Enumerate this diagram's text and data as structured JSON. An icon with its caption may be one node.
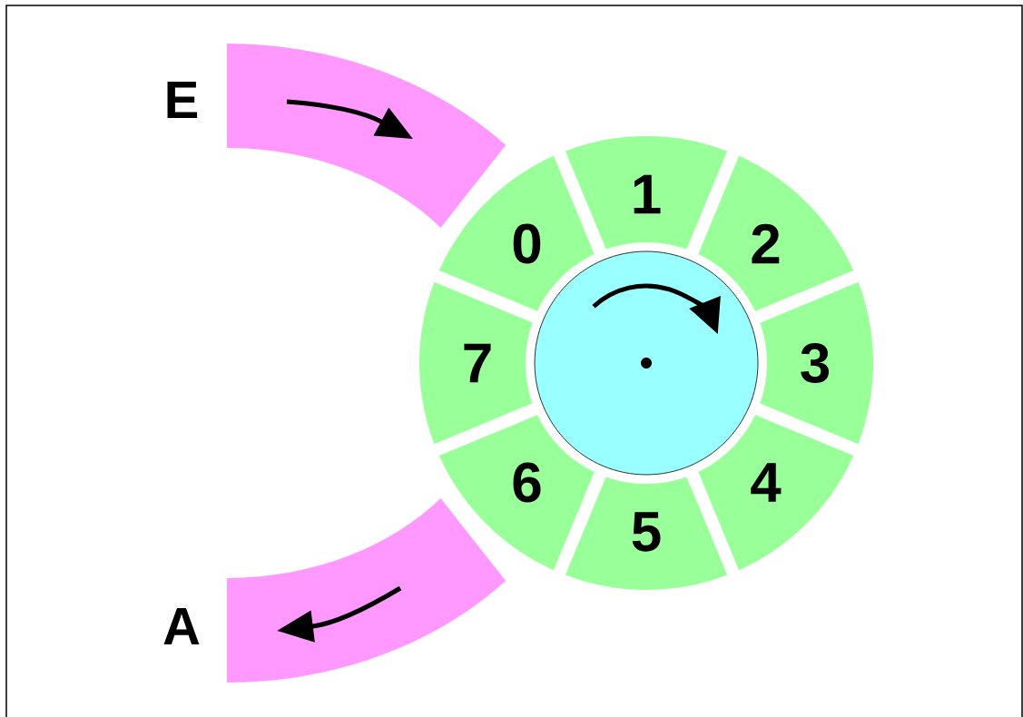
{
  "diagram": {
    "nodes": [
      {
        "text": [
          "E"
        ]
      },
      {
        "text": [
          "A"
        ]
      },
      {
        "text": [
          "0"
        ]
      },
      {
        "text": [
          "1"
        ]
      },
      {
        "text": [
          "2"
        ]
      },
      {
        "text": [
          "3"
        ]
      },
      {
        "text": [
          "4"
        ]
      },
      {
        "text": [
          "5"
        ]
      },
      {
        "text": [
          "6"
        ]
      },
      {
        "text": [
          "7"
        ]
      },
      {
        "text": [],
        "shape": "circle"
      }
    ]
  }
}
